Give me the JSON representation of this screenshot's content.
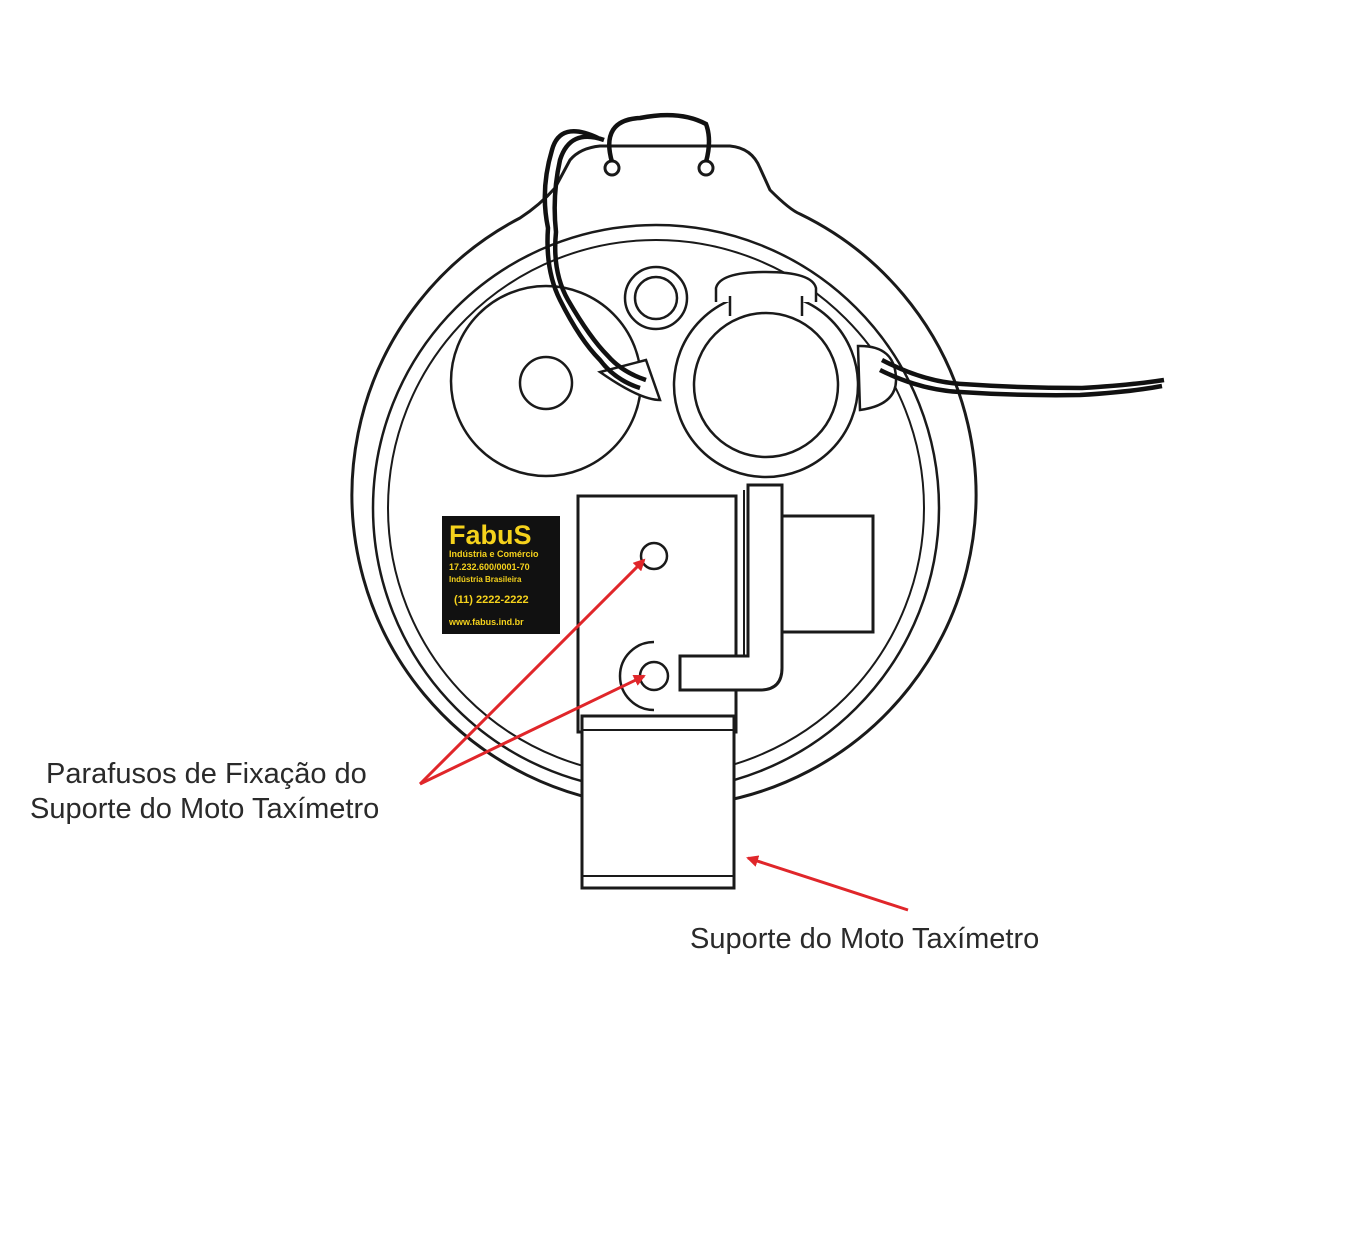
{
  "labels": {
    "screws_line1": "Parafusos de Fixação do",
    "screws_line2": "Suporte do Moto Taxímetro",
    "bracket": "Suporte do Moto Taxímetro"
  },
  "logo": {
    "brand": "FabuS",
    "line1": "Indústria e Comércio",
    "line2": "17.232.600/0001-70",
    "line3": "Indústria Brasileira",
    "phone": "(11) 2222-2222",
    "url": "www.fabus.ind.br"
  },
  "colors": {
    "line": "#1a1a1a",
    "arrow": "#e0262a",
    "logo_bg": "#111111",
    "logo_text": "#f5d21c"
  }
}
